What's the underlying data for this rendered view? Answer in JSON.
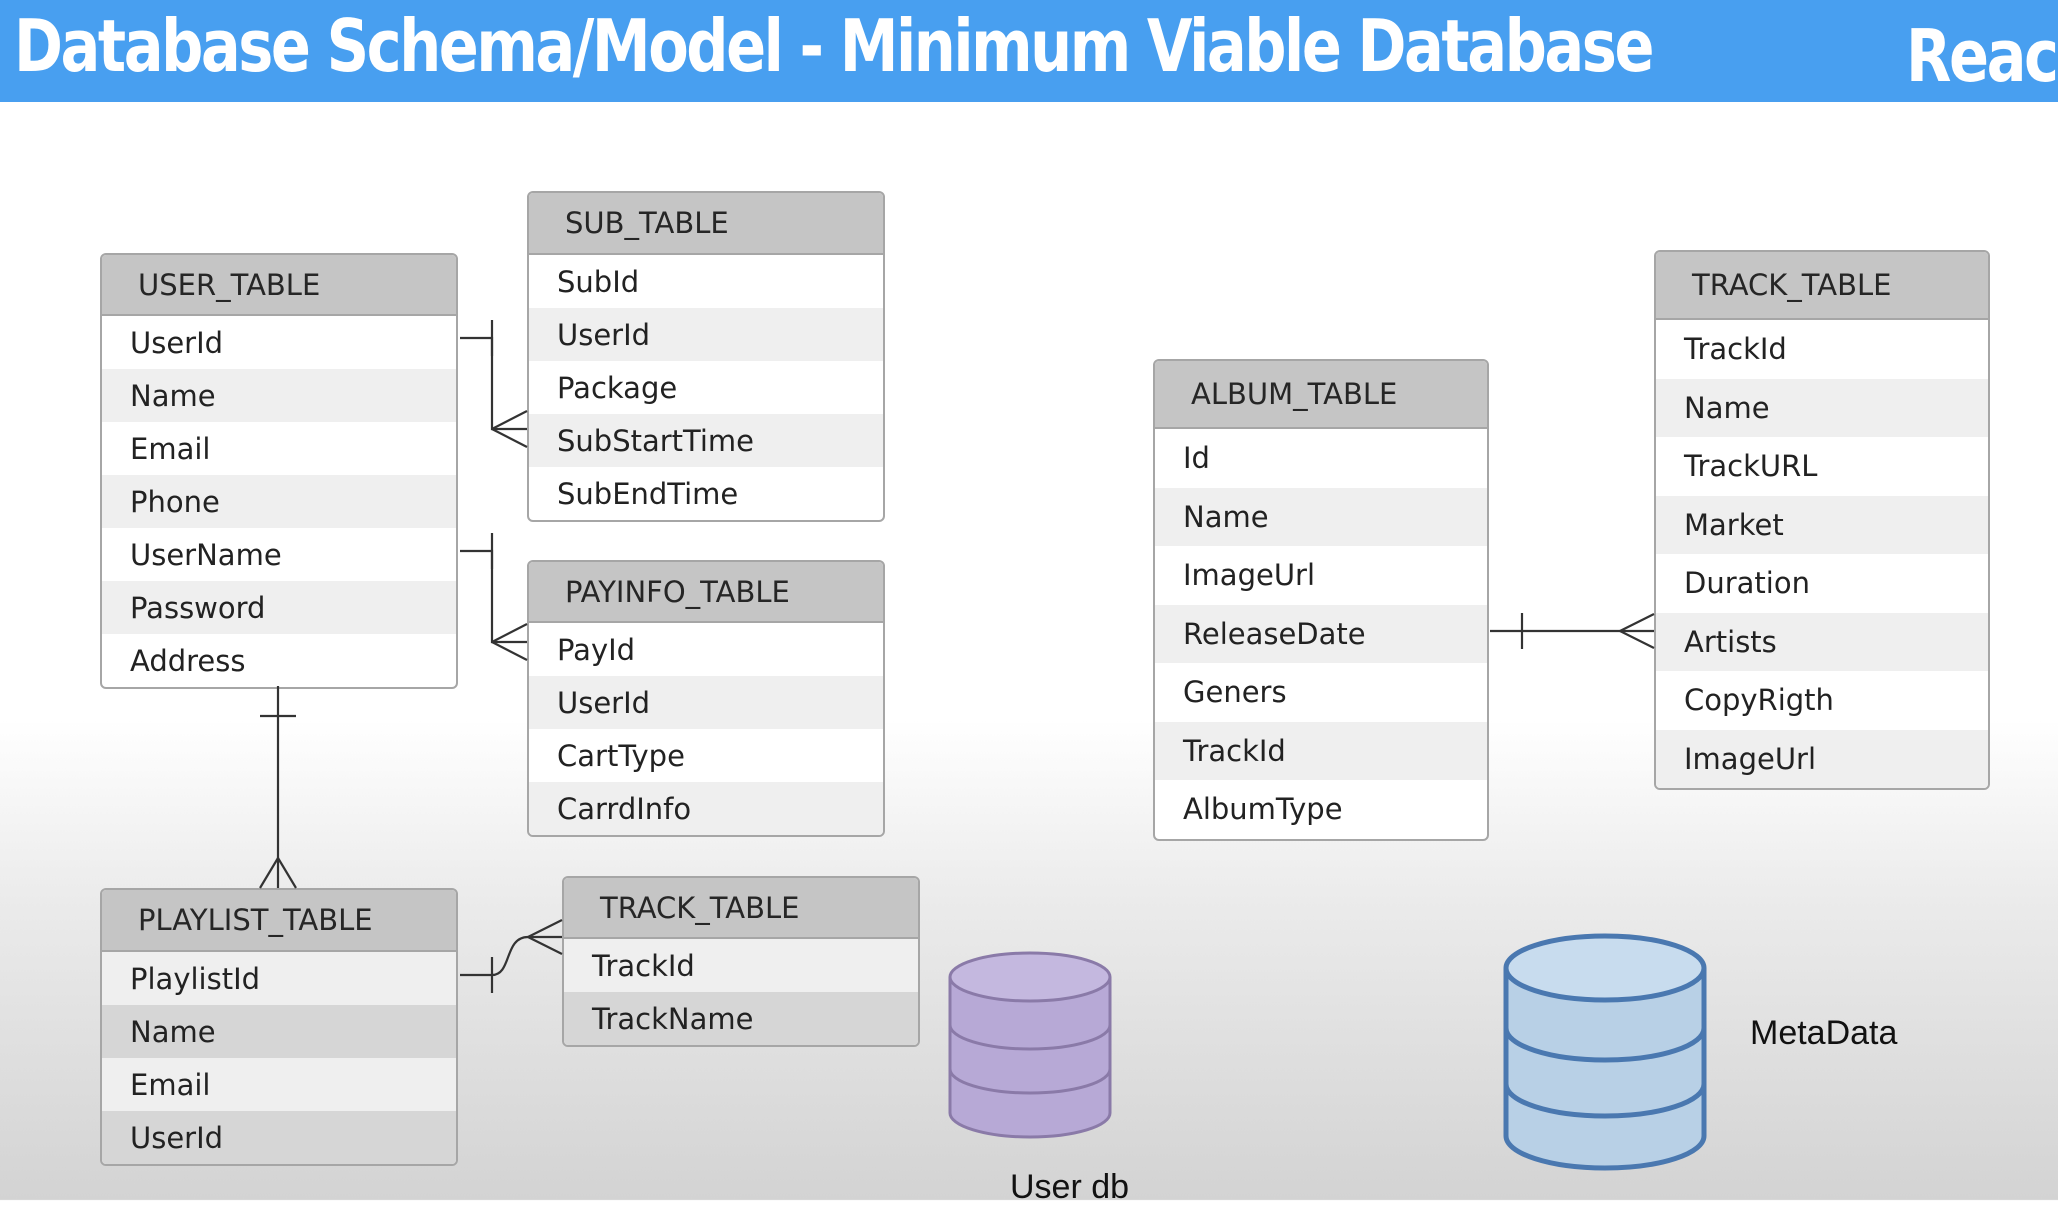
{
  "banner": {
    "title": "Database Schema/Model - Minimum Viable Database",
    "brand": "Reach",
    "color": "#489ff0"
  },
  "tables": {
    "user": {
      "name": "USER_TABLE",
      "fields": [
        "UserId",
        "Name",
        "Email",
        "Phone",
        "UserName",
        "Password",
        "Address"
      ]
    },
    "sub": {
      "name": "SUB_TABLE",
      "fields": [
        "SubId",
        "UserId",
        "Package",
        "SubStartTime",
        "SubEndTime"
      ]
    },
    "payinfo": {
      "name": "PAYINFO_TABLE",
      "fields": [
        "PayId",
        "UserId",
        "CartType",
        "CarrdInfo"
      ]
    },
    "playlist": {
      "name": "PLAYLIST_TABLE",
      "fields": [
        "PlaylistId",
        "Name",
        "Email",
        "UserId"
      ]
    },
    "playlist_track": {
      "name": "TRACK_TABLE",
      "fields": [
        "TrackId",
        "TrackName"
      ]
    },
    "album": {
      "name": "ALBUM_TABLE",
      "fields": [
        "Id",
        "Name",
        "ImageUrl",
        "ReleaseDate",
        "Geners",
        "TrackId",
        "AlbumType"
      ]
    },
    "track": {
      "name": "TRACK_TABLE",
      "fields": [
        "TrackId",
        "Name",
        "TrackURL",
        "Market",
        "Duration",
        "Artists",
        "CopyRigth",
        "ImageUrl"
      ]
    }
  },
  "databases": {
    "user_db": {
      "label": "User db",
      "color": "#b7a9d6"
    },
    "metadata": {
      "label": "MetaData",
      "color": "#b8d0e6"
    }
  }
}
